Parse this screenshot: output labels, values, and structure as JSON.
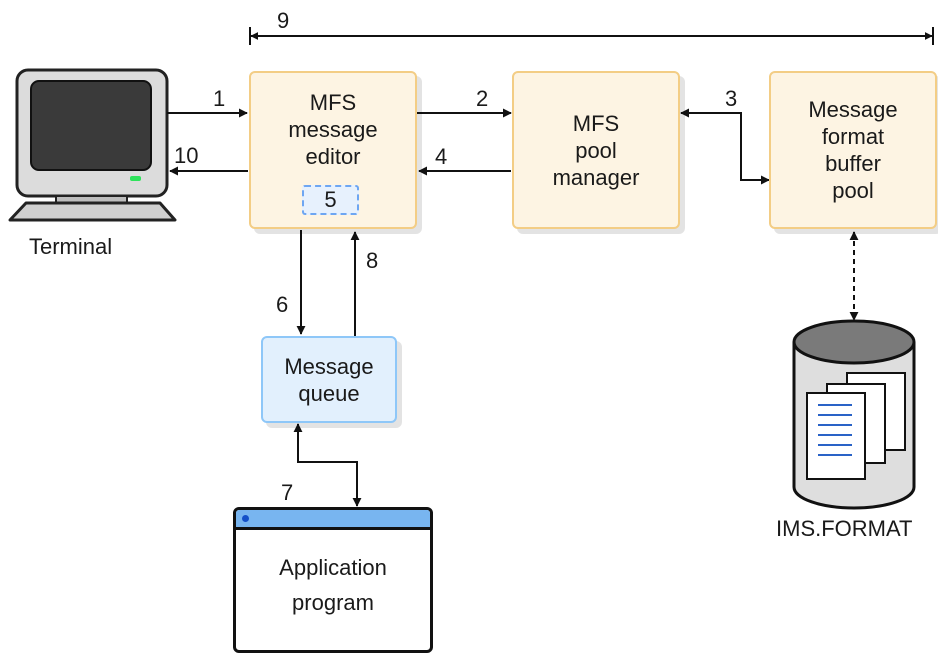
{
  "terminal": {
    "label": "Terminal"
  },
  "editor": {
    "label": "MFS\nmessage\neditor",
    "step_box": "5"
  },
  "pool_manager": {
    "label": "MFS\npool\nmanager"
  },
  "buffer_pool": {
    "label": "Message\nformat\nbuffer\npool"
  },
  "message_queue": {
    "label": "Message\nqueue"
  },
  "application": {
    "label": "Application\nprogram"
  },
  "database": {
    "label": "IMS.FORMAT"
  },
  "steps": {
    "s1": "1",
    "s2": "2",
    "s3": "3",
    "s4": "4",
    "s6": "6",
    "s7": "7",
    "s8": "8",
    "s9": "9",
    "s10": "10"
  },
  "colors": {
    "orange_fill": "#fdf4e3",
    "orange_border": "#f3cd85",
    "blue_fill": "#e2f0fd",
    "blue_border": "#8ec7f8",
    "app_titlebar": "#78b5f0",
    "terminal_led": "#2fe35c"
  }
}
